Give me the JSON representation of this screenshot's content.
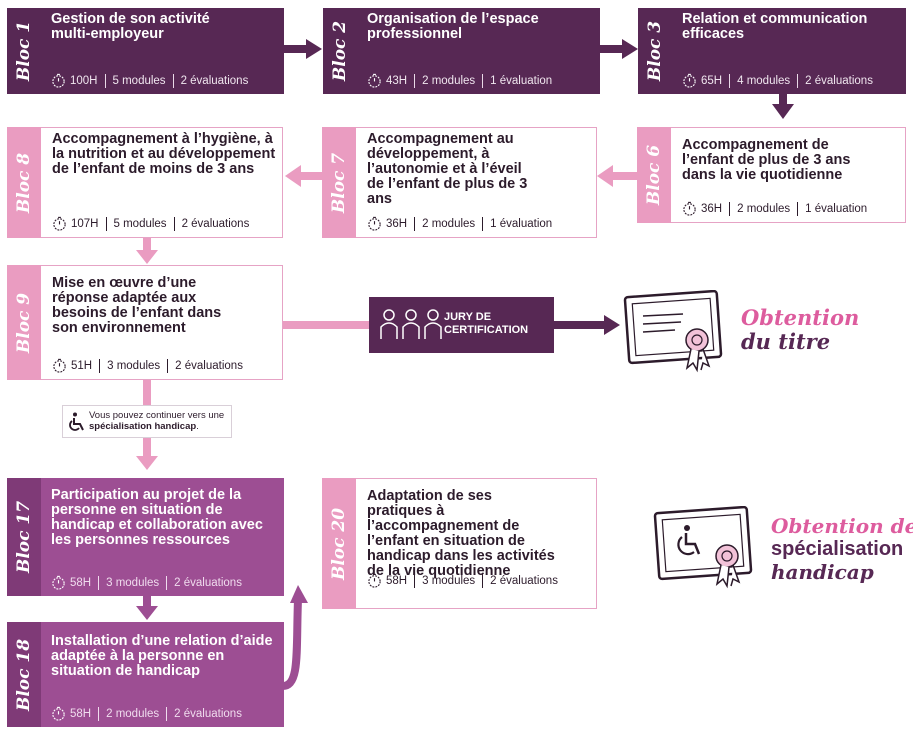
{
  "blocks": {
    "b1": {
      "tab": "Bloc 1",
      "title": "Gestion de son activité multi-employeur",
      "hours": "100H",
      "modules": "5 modules",
      "evals": "2 évaluations"
    },
    "b2": {
      "tab": "Bloc 2",
      "title": "Organisation de l’espace professionnel",
      "hours": "43H",
      "modules": "2 modules",
      "evals": "1 évaluation"
    },
    "b3": {
      "tab": "Bloc 3",
      "title": "Relation et communication efficaces",
      "hours": "65H",
      "modules": "4 modules",
      "evals": "2 évaluations"
    },
    "b6": {
      "tab": "Bloc 6",
      "title": "Accompagnement de l’enfant de plus de 3 ans dans la vie quotidienne",
      "hours": "36H",
      "modules": "2 modules",
      "evals": "1 évaluation"
    },
    "b7": {
      "tab": "Bloc 7",
      "title": "Accompagnement au développement, à l’autonomie et à l’éveil de l’enfant de plus de 3 ans",
      "hours": "36H",
      "modules": "2 modules",
      "evals": "1 évaluation"
    },
    "b8": {
      "tab": "Bloc 8",
      "title": "Accompagnement à l’hygiène, à la nutrition et au développement de l’enfant de moins de 3 ans",
      "hours": "107H",
      "modules": "5 modules",
      "evals": "2 évaluations"
    },
    "b9": {
      "tab": "Bloc 9",
      "title": "Mise en œuvre d’une réponse adaptée aux besoins de l’enfant dans son environnement",
      "hours": "51H",
      "modules": "3 modules",
      "evals": "2 évaluations"
    },
    "b17": {
      "tab": "Bloc 17",
      "title": "Participation au projet de la personne en situation de handicap et collaboration avec les personnes ressources",
      "hours": "58H",
      "modules": "3 modules",
      "evals": "2 évaluations"
    },
    "b18": {
      "tab": "Bloc 18",
      "title": "Installation d’une relation d’aide adaptée à la personne en situation de handicap",
      "hours": "58H",
      "modules": "2 modules",
      "evals": "2 évaluations"
    },
    "b20": {
      "tab": "Bloc 20",
      "title": "Adaptation de ses pratiques à l’accompagnement de l’enfant en situation de handicap dans les activités de la vie quotidienne",
      "hours": "58H",
      "modules": "3 modules",
      "evals": "2 évaluations"
    }
  },
  "jury": {
    "line1": "JURY DE",
    "line2": "CERTIFICATION"
  },
  "note": {
    "prefix": "Vous pouvez continuer vers une ",
    "strong": "spécialisation handicap",
    "suffix": "."
  },
  "obtention_titre": {
    "line1": "Obtention",
    "line2": "du titre"
  },
  "obtention_spe": {
    "line1": "Obtention de",
    "line2": "spécialisation",
    "line3": "handicap"
  },
  "colors": {
    "dark": "#572854",
    "pink": "#ea9cc1",
    "mauve": "#9d4e93",
    "pink_text": "#dd5c9e"
  }
}
